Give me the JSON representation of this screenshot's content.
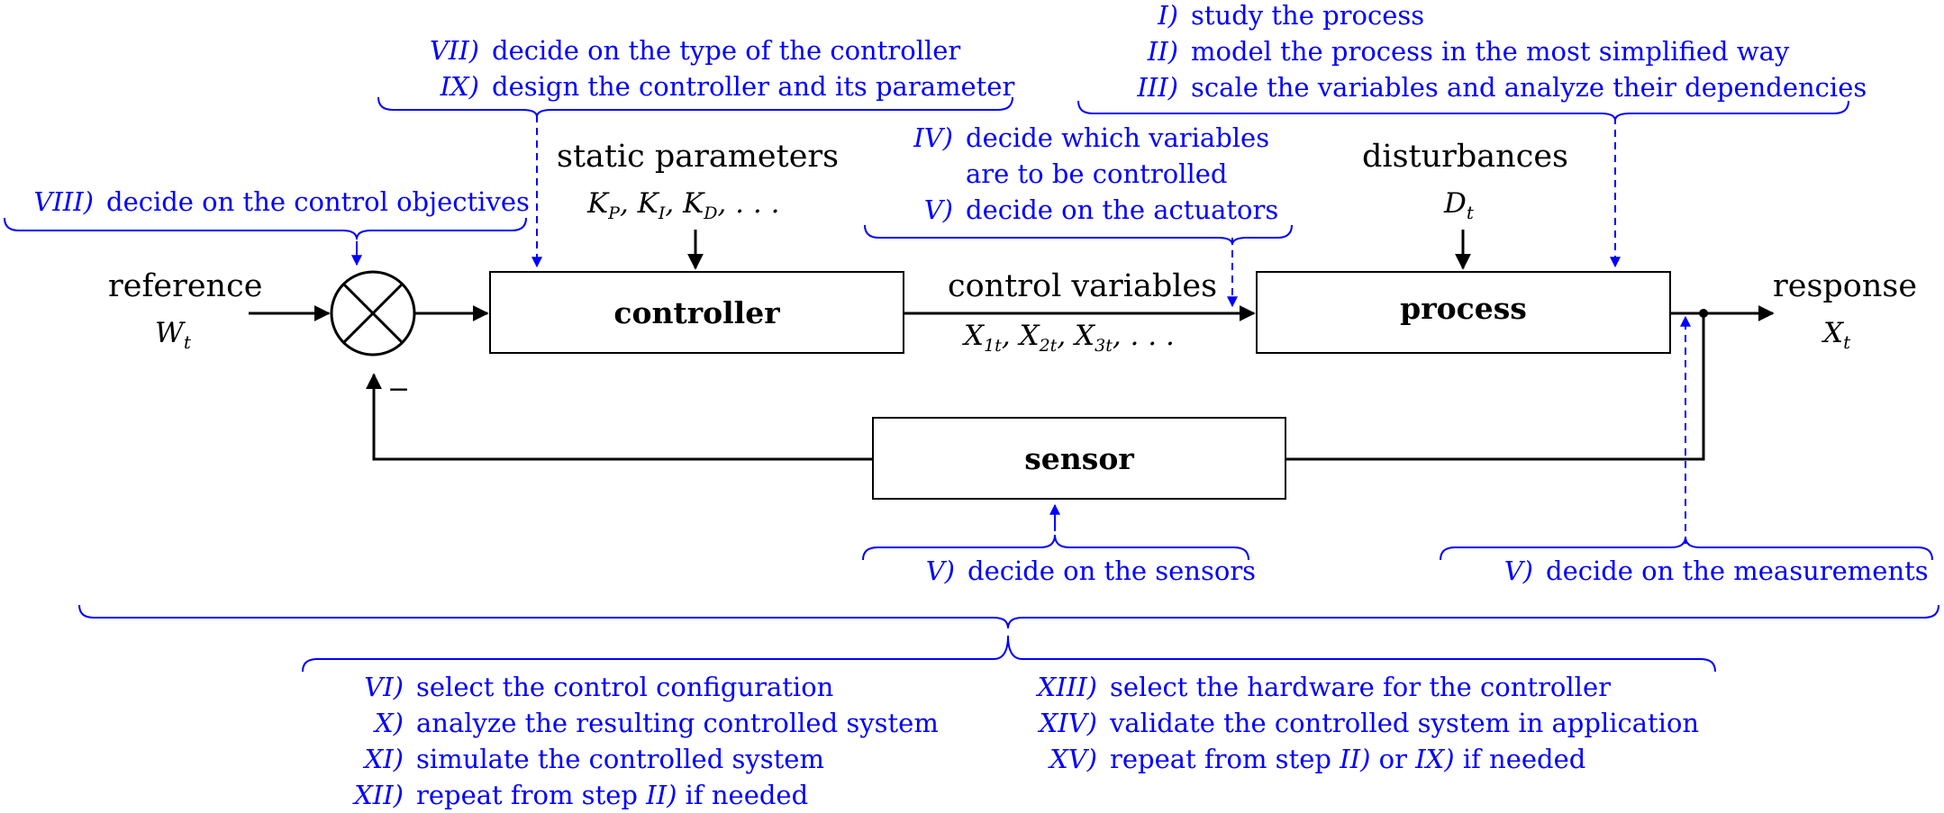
{
  "blocks": {
    "controller": "controller",
    "process": "process",
    "sensor": "sensor"
  },
  "signals": {
    "reference_label": "reference",
    "reference_var": "W",
    "reference_sub": "t",
    "response_label": "response",
    "response_var": "X",
    "response_sub": "t",
    "static_params_label": "static parameters",
    "static_params_math": "K_P, K_I, K_D, . . .",
    "disturbances_label": "disturbances",
    "disturbances_var": "D",
    "disturbances_sub": "t",
    "control_vars_label": "control variables",
    "control_vars_math": "X_1t, X_2t, X_3t, . . .",
    "minus_sign": "−"
  },
  "notes": {
    "top_left": [
      {
        "num": "VII)",
        "text": "decide on the type of the controller"
      },
      {
        "num": "IX)",
        "text": "design the controller and its parameter"
      }
    ],
    "objectives": [
      {
        "num": "VIII)",
        "text": "decide on the control objectives"
      }
    ],
    "top_right": [
      {
        "num": "I)",
        "text": "study the process"
      },
      {
        "num": "II)",
        "text": "model the process in the most simplified way"
      },
      {
        "num": "III)",
        "text": "scale the variables and analyze their dependencies"
      }
    ],
    "middle": [
      {
        "num": "IV)",
        "text": "decide which variables"
      },
      {
        "num": "",
        "text": "are to be controlled"
      },
      {
        "num": "V)",
        "text": "decide on the actuators"
      }
    ],
    "sensors": [
      {
        "num": "V)",
        "text": "decide on the sensors"
      }
    ],
    "measurements": [
      {
        "num": "V)",
        "text": "decide on the measurements"
      }
    ],
    "bottom_left": [
      {
        "num": "VI)",
        "text": "select the control configuration"
      },
      {
        "num": "X)",
        "text": "analyze the resulting controlled system"
      },
      {
        "num": "XI)",
        "text": "simulate the controlled system"
      },
      {
        "num": "XII)",
        "text": "repeat from step",
        "ital": "II)",
        "tail": "if needed"
      }
    ],
    "bottom_right": [
      {
        "num": "XIII)",
        "text": "select the hardware for the controller"
      },
      {
        "num": "XIV)",
        "text": "validate the controlled system in application"
      },
      {
        "num": "XV)",
        "text": "repeat from step",
        "ital": "II)",
        "mid": "or",
        "ital2": "IX)",
        "tail": "if needed"
      }
    ]
  },
  "colors": {
    "annotation": "#0000ff",
    "line": "#000000"
  }
}
